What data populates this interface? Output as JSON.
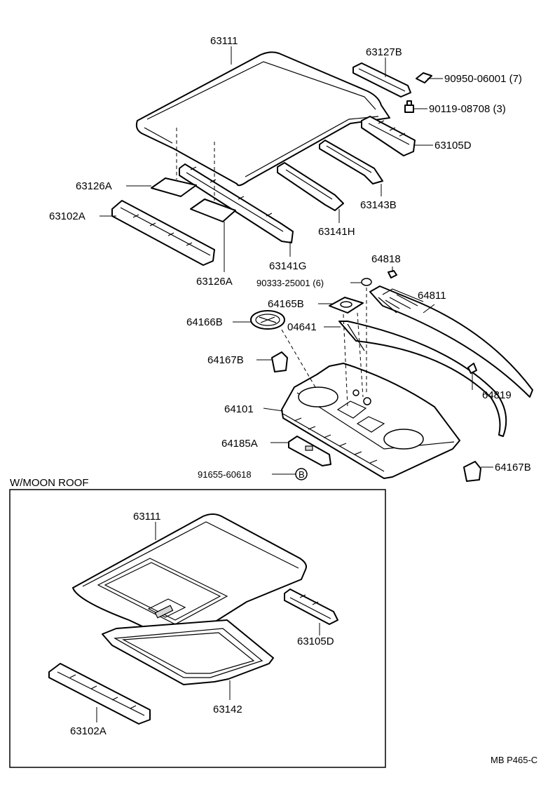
{
  "labels": {
    "p63111_top": "63111",
    "p63127B": "63127B",
    "p90950": "90950-06001 (7)",
    "p90119": "90119-08708 (3)",
    "p63105D_top": "63105D",
    "p63126A_a": "63126A",
    "p63102A_top": "63102A",
    "p63143B": "63143B",
    "p63141H": "63141H",
    "p63141G": "63141G",
    "p63126A_b": "63126A",
    "p64818": "64818",
    "p90333": "90333-25001 (6)",
    "p64811": "64811",
    "p64165B": "64165B",
    "p64166B": "64166B",
    "p04641": "04641",
    "p64167B_a": "64167B",
    "p64819": "64819",
    "p64101": "64101",
    "p64185A": "64185A",
    "p91655": "91655-60618",
    "callout_b": "B",
    "p64167B_b": "64167B",
    "moonroof_title": "W/MOON ROOF",
    "p63111_mr": "63111",
    "p63105D_mr": "63105D",
    "p63142": "63142",
    "p63102A_mr": "63102A",
    "diagram_code": "MB P465-C"
  }
}
